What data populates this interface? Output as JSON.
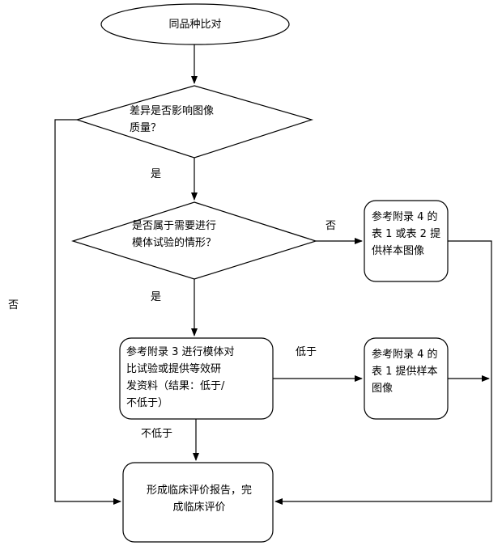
{
  "diagram": {
    "title_text": "同品种比对",
    "type": "flowchart",
    "orientation": "top-to-bottom",
    "stroke_color": "#000000",
    "fill_color": "#ffffff",
    "text_color": "#000000"
  },
  "nodes": {
    "start": {
      "id": "start",
      "shape": "ellipse",
      "label": "同品种比对"
    },
    "decision_image_quality": {
      "id": "decision-1",
      "shape": "diamond",
      "label": "差异是否影响图像\n质量？"
    },
    "decision_phantom_test": {
      "id": "decision-2",
      "shape": "diamond",
      "label": "是否属于需要进行\n模体试验的情形？"
    },
    "process_appendix4_table12": {
      "id": "process-top-right",
      "shape": "rounded-rect",
      "label": "参考附录 4 的\n表 1 或表 2 提\n供样本图像"
    },
    "process_appendix3_phantom": {
      "id": "process-center",
      "shape": "rounded-rect",
      "label": "参考附录 3 进行模体对\n比试验或提供等效研\n发资料（结果：低于/\n不低于）"
    },
    "process_appendix4_table1": {
      "id": "process-middle-right",
      "shape": "rounded-rect",
      "label": "参考附录 4 的\n表 1 提供样本\n图像"
    },
    "end_report": {
      "id": "process-bottom",
      "shape": "rounded-rect",
      "label": "形成临床评价报告，完\n成临床评价"
    }
  },
  "edge_labels": {
    "yes_from_decision1": "是",
    "yes_from_decision2": "是",
    "no_from_decision2": "否",
    "no_from_decision1": "否",
    "below": "低于",
    "not_below": "不低于"
  },
  "edges": [
    {
      "from": "start",
      "to": "decision_image_quality",
      "label": ""
    },
    {
      "from": "decision_image_quality",
      "to": "decision_phantom_test",
      "label": "是"
    },
    {
      "from": "decision_image_quality",
      "to": "end_report",
      "label": "否"
    },
    {
      "from": "decision_phantom_test",
      "to": "process_appendix4_table12",
      "label": "否"
    },
    {
      "from": "decision_phantom_test",
      "to": "process_appendix3_phantom",
      "label": "是"
    },
    {
      "from": "process_appendix3_phantom",
      "to": "process_appendix4_table1",
      "label": "低于"
    },
    {
      "from": "process_appendix3_phantom",
      "to": "end_report",
      "label": "不低于"
    },
    {
      "from": "process_appendix4_table12",
      "to": "end_report",
      "label": ""
    },
    {
      "from": "process_appendix4_table1",
      "to": "end_report",
      "label": ""
    }
  ]
}
